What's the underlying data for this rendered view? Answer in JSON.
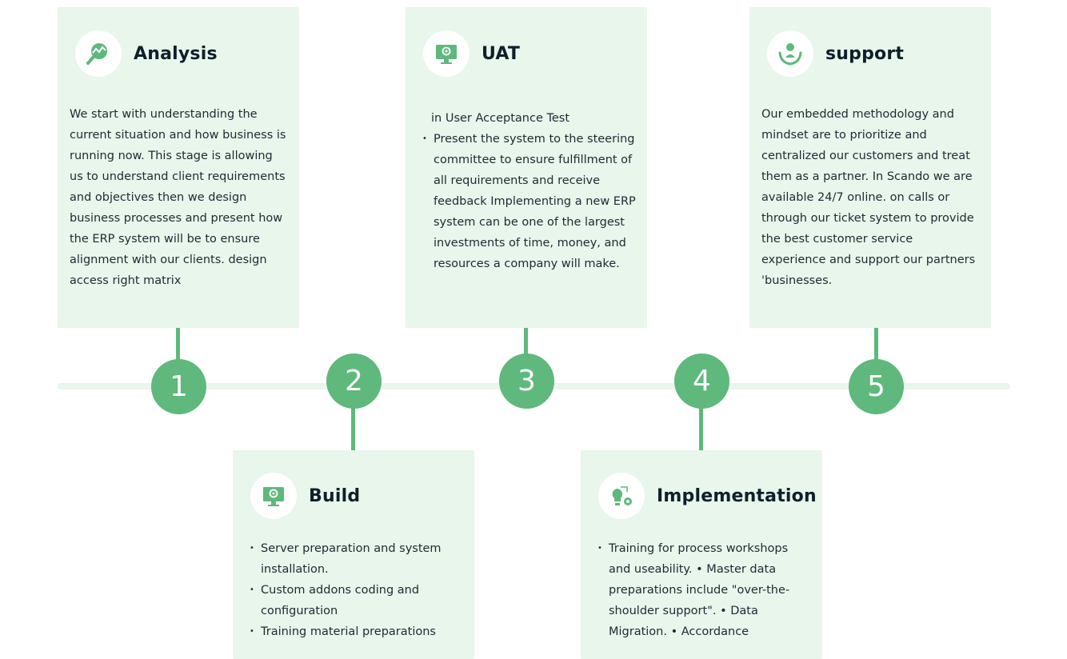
{
  "stages": {
    "analysis": {
      "title": "Analysis",
      "icon": "analysis-chart-magnifier-icon",
      "text": "We start with understanding the current situation and how business is running now. This stage is allowing us to understand client requirements and objectives then we design business processes and present how the ERP system will be to ensure alignment with our clients. design access right matrix"
    },
    "build": {
      "title": "Build",
      "icon": "computer-gear-icon",
      "bullets": [
        " Server preparation and system installation.",
        "Custom addons coding and configuration",
        "Training material preparations"
      ]
    },
    "uat": {
      "title": "UAT",
      "icon": "computer-gear-icon",
      "intro": "in User Acceptance Test",
      "bullets": [
        "Present the system to the steering committee to ensure fulfillment of all requirements and receive feedback Implementing a new ERP system can be one of the largest investments of time, money, and resources a company will make."
      ]
    },
    "implementation": {
      "title": "Implementation",
      "icon": "lightbulb-gears-icon",
      "bullets": [
        "Training for process workshops and useability. • Master data preparations include \"over-the-shoulder support\". • Data Migration. • Accordance"
      ]
    },
    "support": {
      "title": "support",
      "icon": "hands-person-care-icon",
      "text": "Our embedded methodology and mindset are to prioritize and centralized our customers and treat them as a partner. In Scando we are available 24/7 online. on calls or through our ticket system to provide the best customer service experience and support our partners 'businesses."
    }
  },
  "timeline": {
    "nodes": [
      "1",
      "2",
      "3",
      "4",
      "5"
    ]
  },
  "colors": {
    "accent": "#5fb87c",
    "card_bg": "#e8f6ec",
    "title": "#0f1f2a"
  }
}
